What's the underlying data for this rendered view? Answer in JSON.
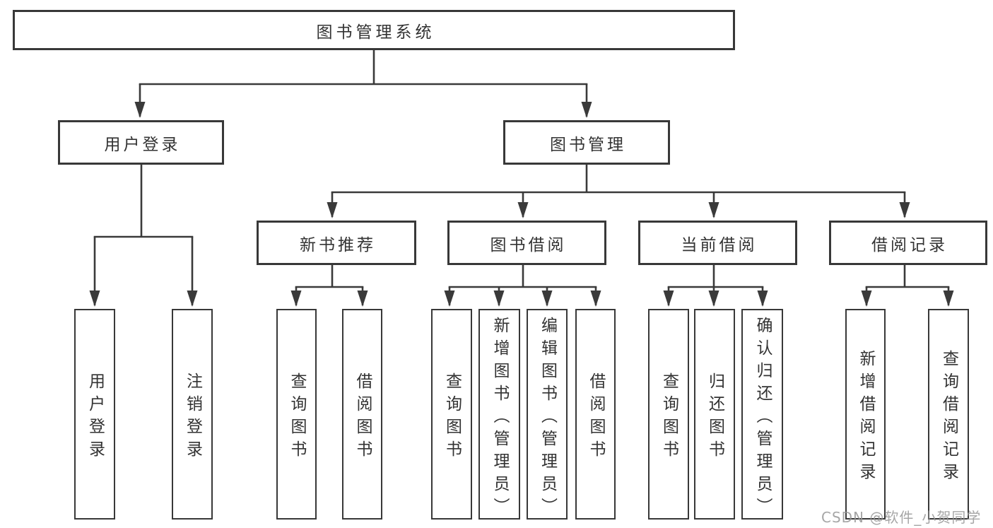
{
  "diagram": {
    "nodes": {
      "root": {
        "label": "图书管理系统"
      },
      "user_login": {
        "label": "用户登录"
      },
      "book_management": {
        "label": "图书管理"
      },
      "new_book_recommend": {
        "label": "新书推荐"
      },
      "book_borrowing": {
        "label": "图书借阅"
      },
      "current_borrowing": {
        "label": "当前借阅"
      },
      "borrowing_records": {
        "label": "借阅记录"
      },
      "user_login_leaf": {
        "label": "用户登录"
      },
      "logout_leaf": {
        "label": "注销登录"
      },
      "nbr_query_books": {
        "label": "查询图书"
      },
      "nbr_borrow_books": {
        "label": "借阅图书"
      },
      "bb_query_books": {
        "label": "查询图书"
      },
      "bb_add_book_admin": {
        "label": "新增图书（管理员）"
      },
      "bb_edit_book_admin": {
        "label": "编辑图书（管理员）"
      },
      "bb_borrow_books": {
        "label": "借阅图书"
      },
      "cb_query_books": {
        "label": "查询图书"
      },
      "cb_return_book": {
        "label": "归还图书"
      },
      "cb_confirm_return_admin": {
        "label": "确认归还（管理员）"
      },
      "br_add_record": {
        "label": "新增借阅记录"
      },
      "br_query_record": {
        "label": "查询借阅记录"
      }
    },
    "watermark": {
      "text": "CSDN @软件_小贺同学"
    },
    "colors": {
      "line": "#3a3a3a",
      "box_border": "#383838",
      "text": "#333333",
      "watermark": "#969696",
      "background": "#ffffff"
    }
  }
}
